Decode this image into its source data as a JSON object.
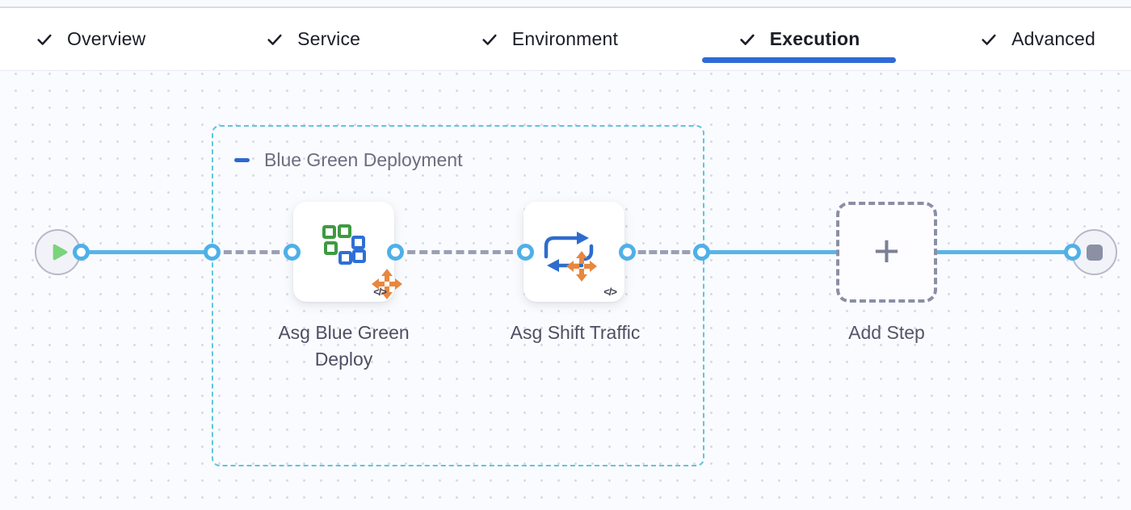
{
  "tab_bar": {
    "tabs": [
      {
        "label": "Overview",
        "completed": true,
        "active": false
      },
      {
        "label": "Service",
        "completed": true,
        "active": false
      },
      {
        "label": "Environment",
        "completed": true,
        "active": false
      },
      {
        "label": "Execution",
        "completed": true,
        "active": true
      },
      {
        "label": "Advanced",
        "completed": true,
        "active": false
      }
    ]
  },
  "pipeline": {
    "stage_group": {
      "label": "Blue Green Deployment"
    },
    "steps": [
      {
        "label": "Asg Blue Green Deploy",
        "code_badge": "</>"
      },
      {
        "label": "Asg Shift Traffic",
        "code_badge": "</>"
      }
    ],
    "add_step": {
      "label": "Add Step",
      "plus": "+"
    }
  },
  "icons": {
    "tab_check": "check-icon",
    "collapse_stage": "minus-icon",
    "start_node": "play-icon",
    "end_node": "stop-icon",
    "step1": "asg-blue-green-deploy-icon",
    "step2": "asg-shift-traffic-icon",
    "move_badge": "move-arrows-icon",
    "add_step": "plus-icon"
  },
  "colors": {
    "active_tab_underline": "#2e6bd6",
    "flow_line_blue": "#57b5ea",
    "dashed_connector_gray": "#9aa0b4",
    "stage_border_teal": "#5ec5e0",
    "port_ring_blue": "#4fb0e8",
    "play_green": "#7ad47c",
    "stop_gray": "#8b90a5",
    "icon_blue": "#2e6ccd",
    "icon_green": "#3e9a41",
    "move_orange": "#e8873f",
    "tab_text": "#1b1d27",
    "label_gray": "#4d5063",
    "stage_label_gray": "#6a6e80"
  }
}
